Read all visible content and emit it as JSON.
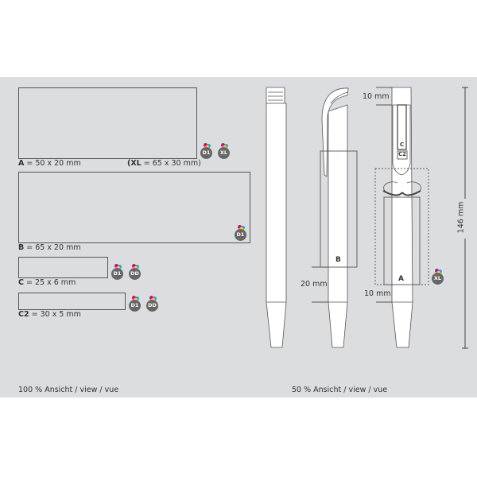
{
  "areas": [
    {
      "key": "A",
      "size": "= 50 x 20 mm",
      "badges": [
        "D1",
        "XL"
      ]
    },
    {
      "key": "B",
      "size": "= 65 x 20 mm",
      "badges": [
        "D1"
      ]
    },
    {
      "key": "C",
      "size": "= 25 x 6 mm",
      "badges": [
        "D1",
        "DD"
      ]
    },
    {
      "key": "C2",
      "size": "= 30 x 5 mm",
      "badges": [
        "D1",
        "DD"
      ]
    }
  ],
  "xl_note": {
    "open": "(",
    "key": "XL",
    "size": "= 65 x 30 mm)"
  },
  "dimensions": {
    "top_clip": "10 mm",
    "b_offset": "20 mm",
    "a_offset": "10 mm",
    "total_length": "146 mm"
  },
  "drawing_labels": {
    "b": "B",
    "a": "A",
    "c": "C",
    "c2": "C2",
    "xl_badge": "XL"
  },
  "captions": {
    "full": "100 % Ansicht / view / vue",
    "half": "50 % Ansicht / view / vue"
  },
  "colors": {
    "panel": "#dcdddf",
    "badge": "#666666",
    "magenta": "#e6007e",
    "cyan": "#1fa8e0",
    "yellow": "#ffe500"
  }
}
